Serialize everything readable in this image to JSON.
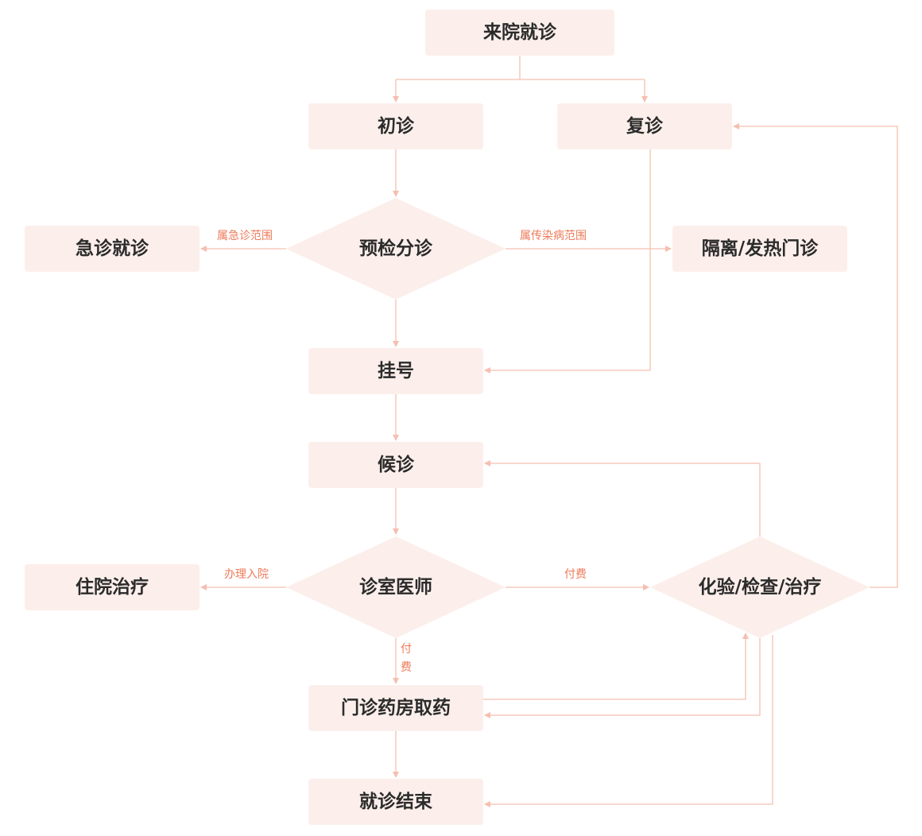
{
  "colors": {
    "node_fill": "#fcefeb",
    "edge": "#f5bfb0",
    "edge_label": "#ee7a5a",
    "node_text": "#2b2b2b"
  },
  "nodes": {
    "arrive": "来院就诊",
    "first_visit": "初诊",
    "return_visit": "复诊",
    "emergency": "急诊就诊",
    "triage": "预检分诊",
    "fever_clinic": "隔离/发热门诊",
    "register": "挂号",
    "waiting": "候诊",
    "inpatient": "住院治疗",
    "doctor": "诊室医师",
    "tests": "化验/检查/治疗",
    "pharmacy": "门诊药房取药",
    "end": "就诊结束"
  },
  "edge_labels": {
    "emergency_scope": "属急诊范围",
    "infectious_scope": "属传染病范围",
    "admission": "办理入院",
    "pay_tests": "付费",
    "pay_pharmacy_1": "付",
    "pay_pharmacy_2": "费"
  }
}
